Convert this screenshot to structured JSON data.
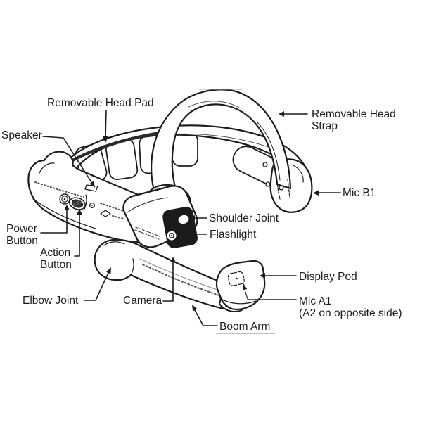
{
  "labels": {
    "removable_head_pad": "Removable Head Pad",
    "speaker": "Speaker",
    "removable_head_strap": "Removable Head Strap",
    "mic_b1": "Mic B1",
    "shoulder_joint": "Shoulder Joint",
    "flashlight": "Flashlight",
    "power_button": "Power\nButton",
    "action_button": "Action\nButton",
    "elbow_joint": "Elbow Joint",
    "camera": "Camera",
    "display_pod": "Display Pod",
    "mic_a1": "Mic A1\n(A2 on opposite side)",
    "boom_arm": "Boom Arm"
  },
  "colors": {
    "line": "#1c1c1c",
    "background": "#ffffff",
    "camera_face": "#1a1a1a",
    "boom_arm_underline": "#c0c0c0"
  }
}
